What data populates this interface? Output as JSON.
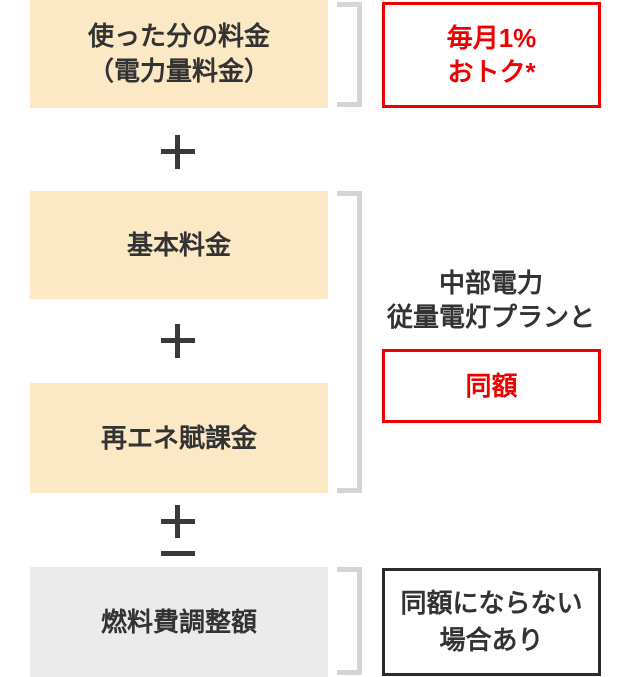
{
  "colors": {
    "cream_box": "#FBE8C4",
    "gray_box": "#EBEBEB",
    "bracket_gray": "#D5D5D5",
    "accent_red": "#EE0000",
    "black_border": "#2B2B2B",
    "text_dark": "#333333"
  },
  "diagram": {
    "usage_box": {
      "line1": "使った分の料金",
      "line2": "（電力量料金）"
    },
    "monthly_discount_box": {
      "line1": "毎月1%",
      "line2": "おトク*"
    },
    "basic_box": {
      "label": "基本料金"
    },
    "renewable_box": {
      "label": "再エネ賦課金"
    },
    "fuel_box": {
      "label": "燃料費調整額"
    },
    "plan_label": {
      "line1": "中部電力",
      "line2": "従量電灯プランと"
    },
    "same_amount_box": {
      "label": "同額"
    },
    "not_same_box": {
      "line1": "同額にならない",
      "line2": "場合あり"
    },
    "operators": {
      "plus": "＋",
      "plus_minus": "±"
    }
  }
}
